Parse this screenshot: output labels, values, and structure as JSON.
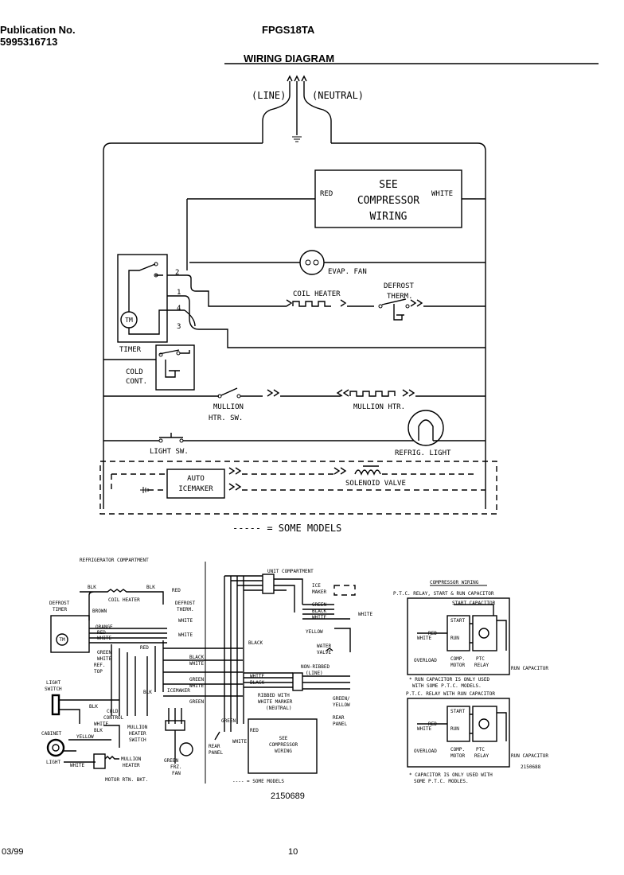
{
  "header": {
    "publication_label": "Publication No.",
    "publication_number": "5995316713",
    "model": "FPGS18TA",
    "title": "WIRING DIAGRAM"
  },
  "main_diagram": {
    "line": "(LINE)",
    "neutral": "(NEUTRAL)",
    "see_compressor": [
      "SEE",
      "COMPRESSOR",
      "WIRING"
    ],
    "red": "RED",
    "white": "WHITE",
    "evap_fan": "EVAP. FAN",
    "defrost_therm": [
      "DEFROST",
      "THERM."
    ],
    "coil_heater": "COIL HEATER",
    "timer": "TIMER",
    "tm": "TM",
    "cold_cont": [
      "COLD",
      "CONT."
    ],
    "mullion_htr_sw": [
      "MULLION",
      "HTR. SW."
    ],
    "mullion_htr": "MULLION HTR.",
    "light_sw": "LIGHT SW.",
    "refrig_light": "REFRIG. LIGHT",
    "auto_icemaker": [
      "AUTO",
      "ICEMAKER"
    ],
    "solenoid_valve": "SOLENOID VALVE",
    "terminals": [
      "2",
      "1",
      "4",
      "3"
    ],
    "some_models_legend": "----- = SOME MODELS"
  },
  "bottom_left": {
    "refrigerator_compartment": "REFRIGERATOR COMPARTMENT",
    "unit_compartment": "UNIT COMPARTMENT",
    "defrost_timer": [
      "DEFROST",
      "TIMER"
    ],
    "brown": "BROWN",
    "orange": "ORANGE",
    "red": "RED",
    "white": "WHITE",
    "blk": "BLK",
    "black": "BLACK",
    "green": "GREEN",
    "yellow": "YELLOW",
    "coil_heater": "COIL HEATER",
    "defrost_therm": [
      "DEFROST",
      "THERM."
    ],
    "ref_top": [
      "REF.",
      "TOP"
    ],
    "light_switch": [
      "LIGHT",
      "SWITCH"
    ],
    "cold_control": [
      "COLD",
      "CONTROL"
    ],
    "mullion_heater_switch": [
      "MULLION",
      "HEATER",
      "SWITCH"
    ],
    "cabinet_light": [
      "CABINET",
      "LIGHT"
    ],
    "mullion_heater": [
      "MULLION",
      "HEATER"
    ],
    "motor_rtn_bkt": "MOTOR RTN. BKT.",
    "frz_fan": [
      "FRZ.",
      "FAN"
    ],
    "rear_panel": [
      "REAR",
      "PANEL"
    ],
    "icemaker": "ICEMAKER",
    "ice_maker": [
      "ICE",
      "MAKER"
    ],
    "water_valve": [
      "WATER",
      "VALVE"
    ],
    "non_ribbed": [
      "NON-RIBBED",
      "(LINE)"
    ],
    "ribbed": [
      "RIBBED WITH",
      "WHITE MARKER",
      "(NEUTRAL)"
    ],
    "green_yellow": [
      "GREEN/",
      "YELLOW"
    ],
    "see_compressor": [
      "SEE",
      "COMPRESSOR",
      "WIRING"
    ],
    "some_models": "---- = SOME MODELS",
    "doc_number": "2150689",
    "tm": "TM"
  },
  "bottom_right": {
    "title": "COMPRESSOR WIRING",
    "ptc_relay_start_run": "P.T.C. RELAY, START & RUN CAPACITOR",
    "start_capacitor": "START CAPACITOR",
    "start": "START",
    "run": "RUN",
    "red": "RED",
    "white": "WHITE",
    "overload": "OVERLOAD",
    "comp_motor": [
      "COMP.",
      "MOTOR"
    ],
    "ptc_relay": [
      "PTC",
      "RELAY"
    ],
    "run_capacitor": "RUN CAPACITOR",
    "note1": [
      "* RUN CAPACITOR IS ONLY USED",
      "WITH SOME P.T.C. MODELS."
    ],
    "ptc_relay_with_run": "P.T.C. RELAY WITH RUN CAPACITOR",
    "note2": [
      "* CAPACITOR IS ONLY USED WITH",
      "SOME P.T.C. MODLES."
    ],
    "doc_number": "2150688"
  },
  "footer": {
    "date": "03/99",
    "page": "10",
    "bottom_doc": "2150689"
  }
}
